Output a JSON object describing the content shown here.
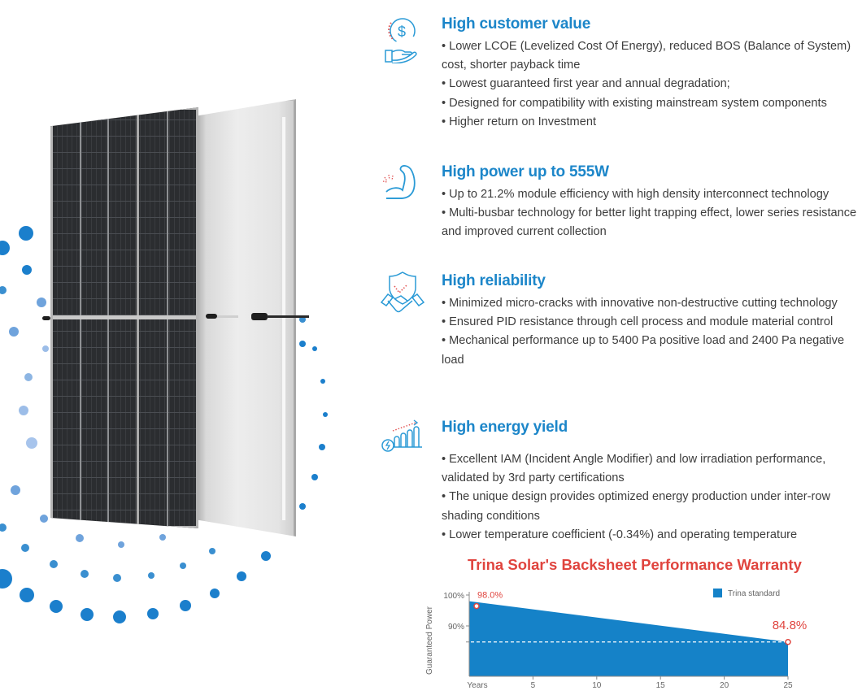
{
  "features": [
    {
      "icon": "hand-dollar-icon",
      "title": "High customer value",
      "items": [
        "Lower LCOE (Levelized Cost Of Energy), reduced BOS (Balance of System) cost, shorter payback time",
        "Lowest guaranteed first year and annual degradation;",
        "Designed for compatibility with existing mainstream system components",
        "Higher return on Investment"
      ]
    },
    {
      "icon": "flexed-arm-icon",
      "title": "High power up to 555W",
      "items": [
        "Up to 21.2% module efficiency with high density interconnect technology",
        "Multi-busbar technology for better light trapping effect, lower series resistance and improved current collection"
      ]
    },
    {
      "icon": "shield-handshake-icon",
      "title": "High reliability",
      "items": [
        "Minimized micro-cracks with innovative non-destructive cutting technology",
        "Ensured PID resistance through cell process and module material control",
        "Mechanical performance up to 5400 Pa positive load and 2400 Pa negative load"
      ]
    },
    {
      "icon": "bar-growth-icon",
      "title": "High energy yield",
      "items": [
        "Excellent IAM (Incident Angle Modifier) and low irradiation performance, validated by 3rd party certifications",
        "The unique design provides optimized energy production under inter-row shading conditions",
        "Lower temperature coefficient (-0.34%) and operating temperature"
      ]
    }
  ],
  "colors": {
    "accent_blue": "#1c86c9",
    "chart_fill": "#1582c8",
    "warranty_red": "#e0443e",
    "text": "#3d3d3d"
  },
  "chart_data": {
    "type": "area",
    "title": "Trina Solar's Backsheet Performance Warranty",
    "xlabel": "Years",
    "ylabel": "Guaranteed Power",
    "x_ticks": [
      "Years",
      "5",
      "10",
      "15",
      "20",
      "25"
    ],
    "y_ticks": [
      "100%",
      "90%"
    ],
    "ylim": [
      78,
      100
    ],
    "xlim": [
      0,
      25
    ],
    "legend": [
      {
        "label": "Trina standard",
        "color": "#1582c8"
      }
    ],
    "legend_position": "top-right",
    "series": [
      {
        "name": "Trina standard",
        "x": [
          1,
          25
        ],
        "values": [
          98.0,
          84.8
        ]
      }
    ],
    "annotations": [
      {
        "x": 1,
        "y": 98.0,
        "label": "98.0%"
      },
      {
        "x": 25,
        "y": 84.8,
        "label": "84.8%"
      }
    ],
    "reference_line": {
      "y": 84.8,
      "style": "dashed"
    },
    "grid": false
  }
}
